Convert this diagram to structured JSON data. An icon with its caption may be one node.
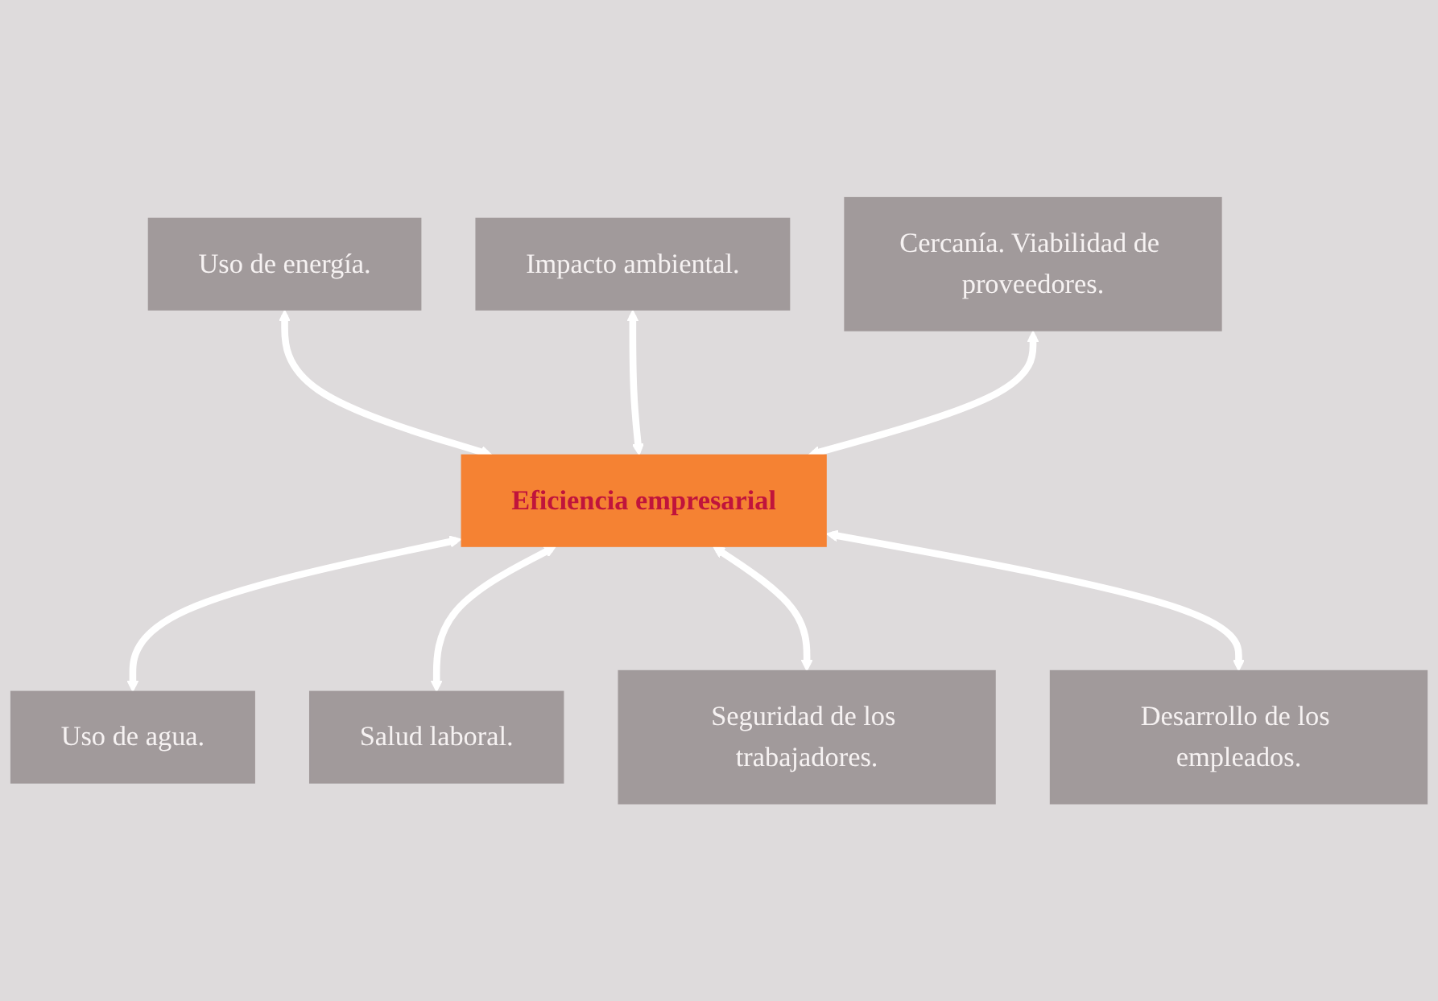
{
  "diagram": {
    "nodes": [
      {
        "text": [
          "Impacto ambiental."
        ]
      },
      {
        "text": [
          "Cercanía. Viabilidad de proveedores."
        ]
      },
      {
        "text": [
          "Uso de energía."
        ]
      },
      {
        "text": [
          "Eficiencia empresarial"
        ]
      },
      {
        "text": [
          "Desarrollo de los empleados."
        ]
      },
      {
        "text": [
          "Uso de agua."
        ]
      },
      {
        "text": [
          "Salud laboral."
        ]
      },
      {
        "text": [
          "Seguridad de los trabajadores."
        ]
      }
    ],
    "edges": [
      {
        "from": 2,
        "to": 3,
        "arrow": "both"
      },
      {
        "from": 0,
        "to": 3,
        "arrow": "both"
      },
      {
        "from": 1,
        "to": 3,
        "arrow": "both"
      },
      {
        "from": 3,
        "to": 5,
        "arrow": "both"
      },
      {
        "from": 3,
        "to": 6,
        "arrow": "both"
      },
      {
        "from": 3,
        "to": 7,
        "arrow": "both"
      },
      {
        "from": 3,
        "to": 4,
        "arrow": "both"
      }
    ]
  }
}
